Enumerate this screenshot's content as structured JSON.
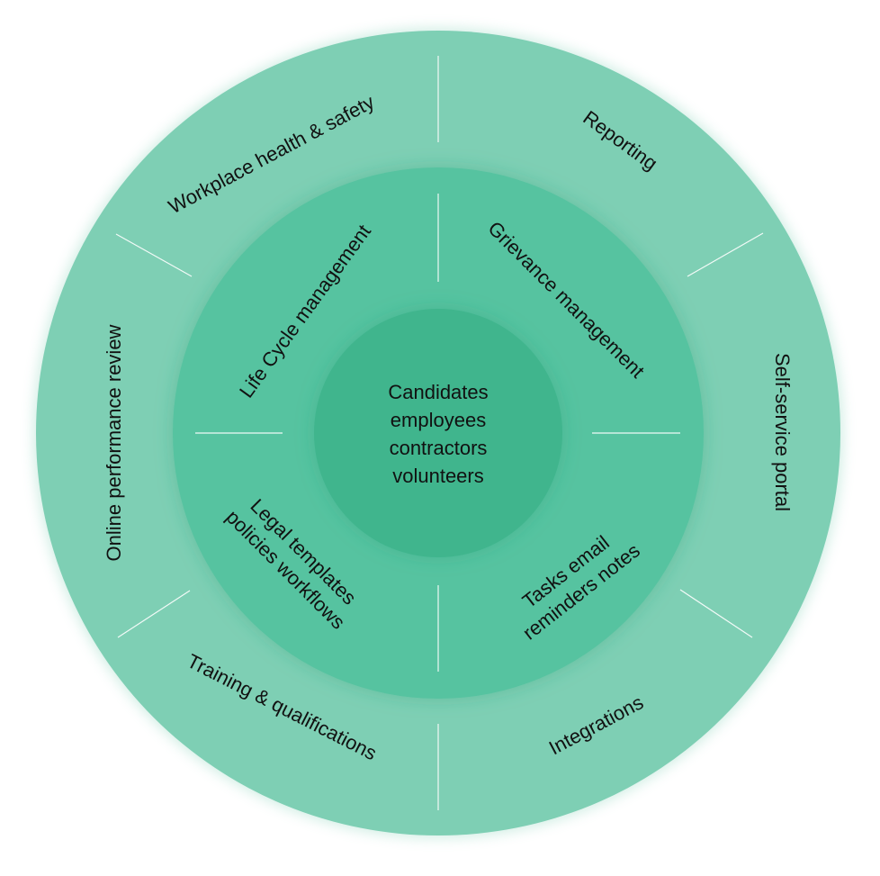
{
  "colors": {
    "outer_ring": "#7ECFB4",
    "middle_ring": "#56C3A0",
    "inner_circle": "#3FB58D",
    "text": "#111111",
    "divider": "#FFFFFF"
  },
  "center": {
    "lines": [
      "Candidates",
      "employees",
      "contractors",
      "volunteers"
    ]
  },
  "middle_ring": {
    "labels": [
      "Grievance management",
      "Tasks email reminders notes",
      "Legal templates policies workflows",
      "Life Cycle management"
    ]
  },
  "outer_ring": {
    "labels": [
      "Reporting",
      "Self-service portal",
      "Integrations",
      "Training & qualifications",
      "Online performance review",
      "Workplace health & safety"
    ]
  }
}
